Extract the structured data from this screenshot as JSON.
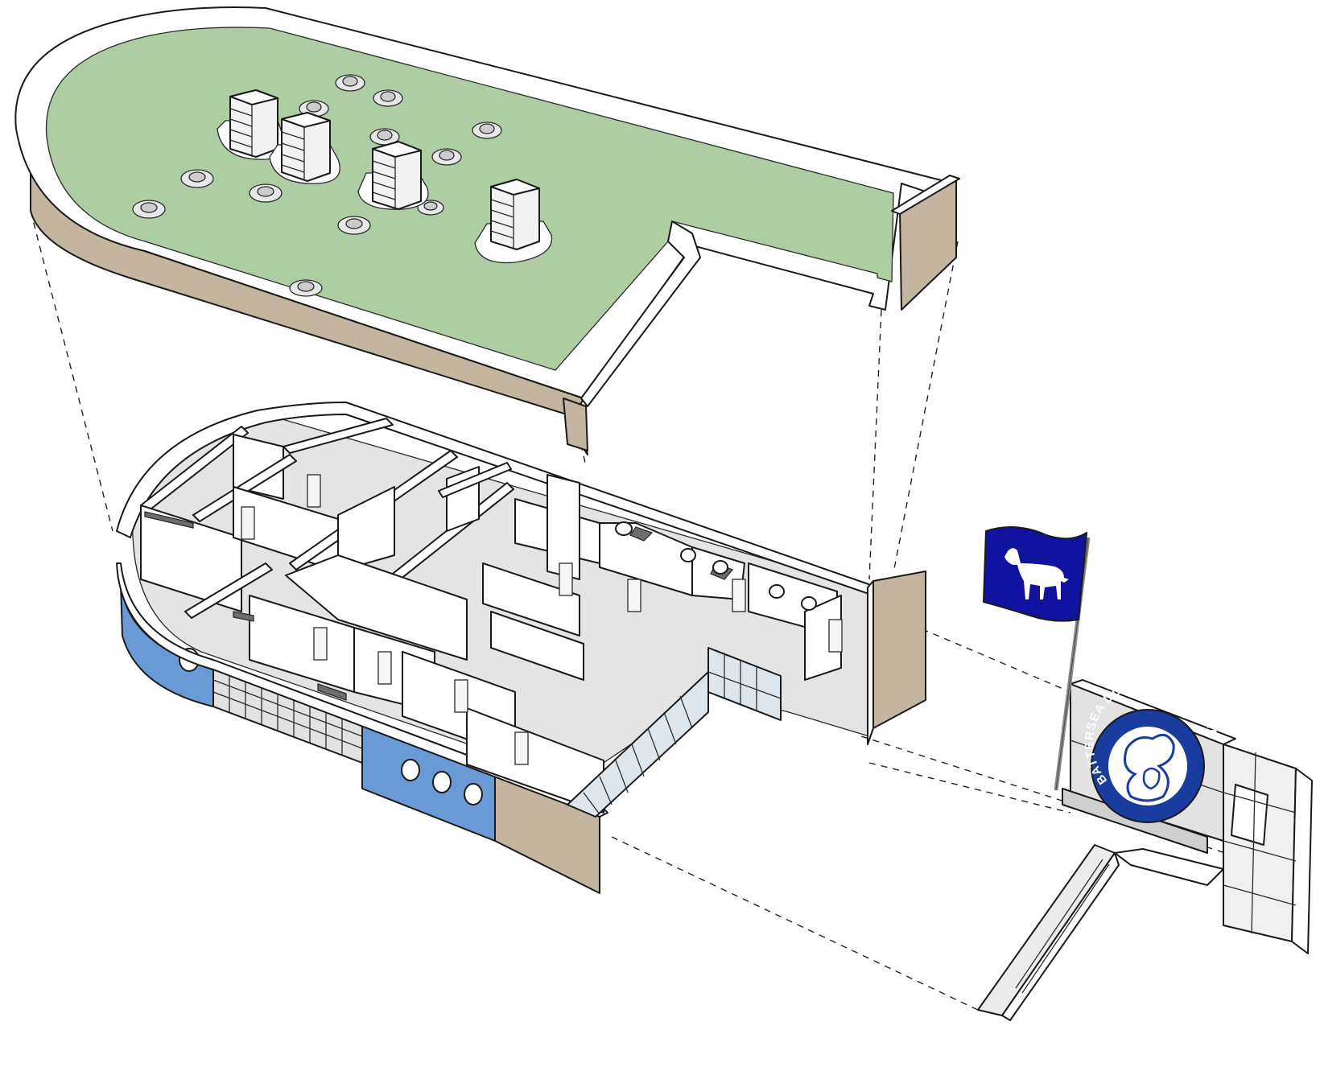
{
  "diagram": {
    "layers": [
      {
        "id": "roof",
        "label": "",
        "surface": "green roof with skylights and vents"
      },
      {
        "id": "ground-floor",
        "label": "",
        "surface": "interior rooms cutaway"
      },
      {
        "id": "entrance",
        "label": "",
        "surface": "entrance wall with sign and ramp"
      }
    ],
    "sign": {
      "text": "BATTERSEA DOGS & CATS HOME"
    }
  },
  "colors": {
    "roof_green": "#aecda3",
    "wall_tan": "#c4b5a0",
    "facade_blue": "#6a9ad6",
    "flag_blue": "#1212a0",
    "seal_blue": "#1a3c9e",
    "interior_floor": "#e4e4e4",
    "outline": "#1a1a1a"
  },
  "icons": [
    "dog-flag-icon",
    "dog-cat-seal-icon",
    "skylight-icon",
    "vent-tower-icon",
    "porthole-window-icon"
  ]
}
